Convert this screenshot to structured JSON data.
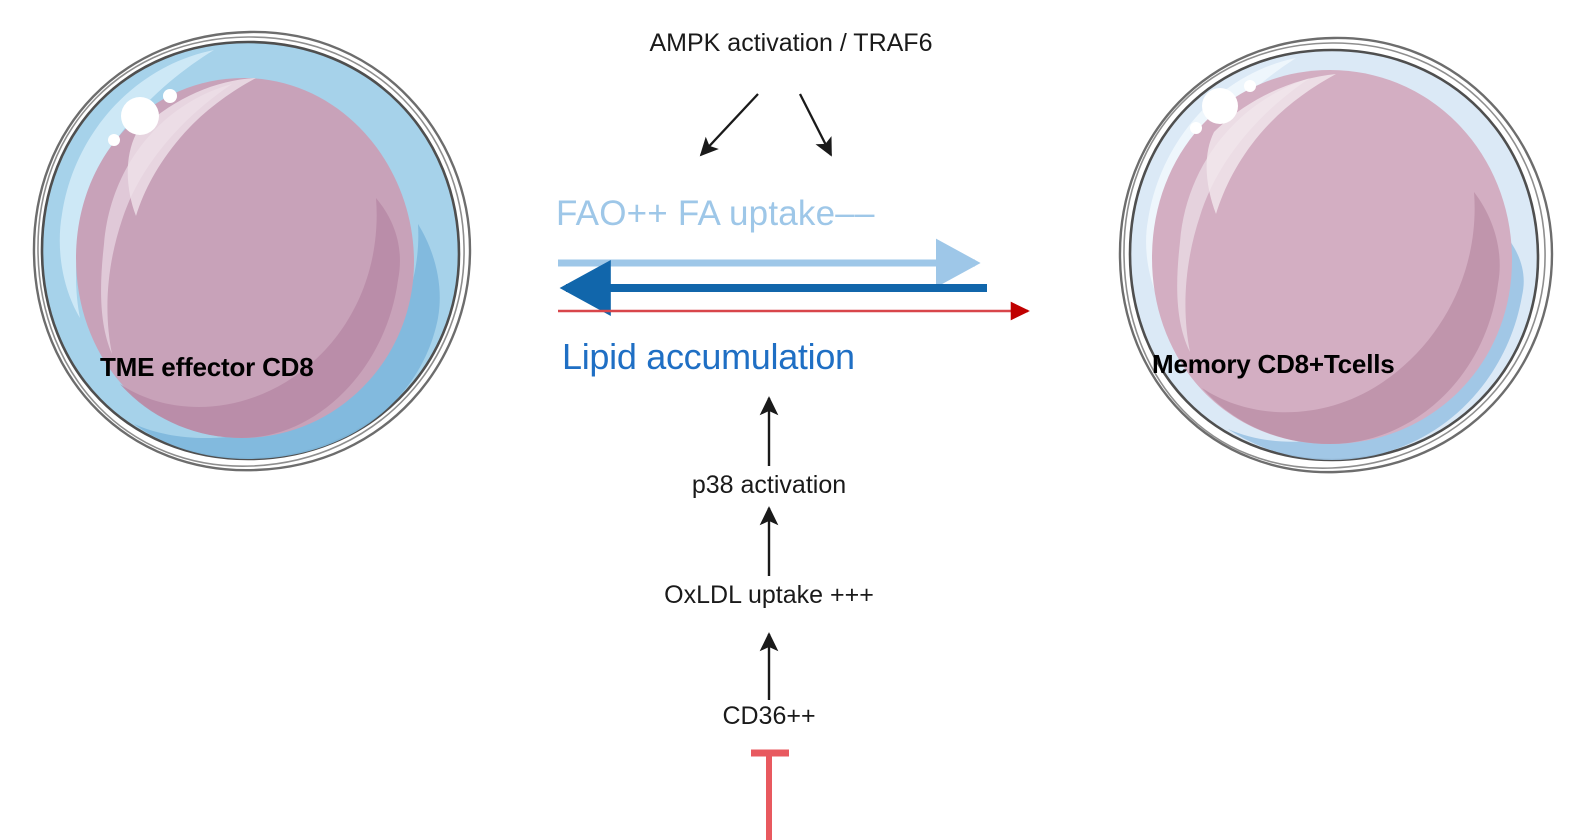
{
  "figure": {
    "kind": "signaling-pathway-diagram",
    "background": "#ffffff"
  },
  "cells": {
    "left": {
      "label": "TME effector CD8",
      "cytoplasm_color": "#a6d2ea",
      "nucleus_color": "#c8a2b9",
      "membrane_outline": "#5a5a5a"
    },
    "right": {
      "label": "Memory CD8+Tcells",
      "cytoplasm_color": "#dbe9f6",
      "nucleus_color": "#d3aec2",
      "membrane_outline": "#5a5a5a"
    }
  },
  "labels": {
    "ampk": "AMPK activation / TRAF6",
    "fao_fa": "FAO++  FA uptake––",
    "lipid": "Lipid accumulation",
    "p38": "p38 activation",
    "oxldl": "OxLDL uptake +++",
    "cd36": "CD36++"
  },
  "colors": {
    "light_blue": "#9ec7e8",
    "dark_blue": "#1166ab",
    "lipid_blue": "#1f6fc4",
    "red": "#c00000",
    "inhibitor_red": "#e8595f",
    "black": "#1a1a1a"
  },
  "arrows": [
    {
      "name": "ampk-to-fao",
      "kind": "activation",
      "color": "#1a1a1a",
      "direction": "down-left",
      "from": "AMPK activation / TRAF6",
      "to": "FAO++"
    },
    {
      "name": "ampk-to-fa-uptake",
      "kind": "activation",
      "color": "#1a1a1a",
      "direction": "down-right",
      "from": "AMPK activation / TRAF6",
      "to": "FA uptake––"
    },
    {
      "name": "fao-axis-arrow",
      "kind": "gradient",
      "color": "#9ec7e8",
      "direction": "right",
      "meaning": "FAO / FA uptake axis toward memory cells"
    },
    {
      "name": "memory-direction-arrow",
      "kind": "gradient",
      "color": "#1166ab",
      "direction": "left",
      "meaning": "direction toward TME effector CD8"
    },
    {
      "name": "lipid-accumulation-arrow",
      "kind": "gradient",
      "color": "#c00000",
      "direction": "right",
      "meaning": "lipid accumulation toward memory CD8+ T cells"
    },
    {
      "name": "p38-to-lipid",
      "kind": "activation",
      "color": "#1a1a1a",
      "direction": "up",
      "from": "p38 activation",
      "to": "Lipid accumulation"
    },
    {
      "name": "oxldl-to-p38",
      "kind": "activation",
      "color": "#1a1a1a",
      "direction": "up",
      "from": "OxLDL uptake +++",
      "to": "p38 activation"
    },
    {
      "name": "cd36-to-oxldl",
      "kind": "activation",
      "color": "#1a1a1a",
      "direction": "up",
      "from": "CD36++",
      "to": "OxLDL uptake +++"
    },
    {
      "name": "cd36-inhibition",
      "kind": "inhibition",
      "color": "#e8595f",
      "direction": "up",
      "to": "CD36++"
    }
  ]
}
